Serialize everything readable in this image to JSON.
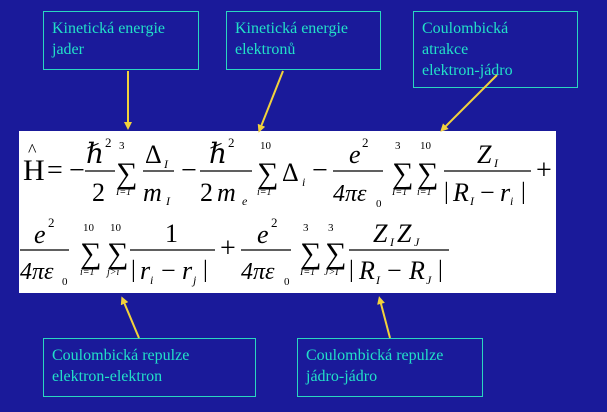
{
  "labels": {
    "kinetic_nuclei": "Kinetická energie\njader",
    "kinetic_electrons": "Kinetická energie\nelektronů",
    "coulomb_attraction": "Coulombická\natrakce\nelektron-jádro",
    "repulsion_ee": "Coulombická repulze\nelektron-elektron",
    "repulsion_nn": "Coulombická repulze\njádro-jádro"
  },
  "equation": {
    "H": "H",
    "hat": "^",
    "eq": "=",
    "minus": "−",
    "plus": "+",
    "hbar": "ℏ",
    "sq": "2",
    "two": "2",
    "one": "1",
    "sigma": "∑",
    "sum_I_lower": "I=1",
    "sum_I_upper": "3",
    "sum_i_lower": "i=1",
    "sum_i_upper": "10",
    "sum_jgi_lower": "j>i",
    "sum_JgI_lower": "J>I",
    "Delta": "Δ",
    "sub_I": "I",
    "sub_i": "i",
    "sub_j": "j",
    "sub_J": "J",
    "sub_e": "e",
    "sub_0": "0",
    "m": "m",
    "e": "e",
    "four_pi_eps": "4πε",
    "Z": "Z",
    "R": "R",
    "r": "r",
    "bar": "|"
  },
  "colors": {
    "background": "#1a1a9a",
    "label_text": "#22e0c8",
    "label_border": "#2ad6c0",
    "arrow": "#f2d23c",
    "equation_bg": "#ffffff"
  }
}
